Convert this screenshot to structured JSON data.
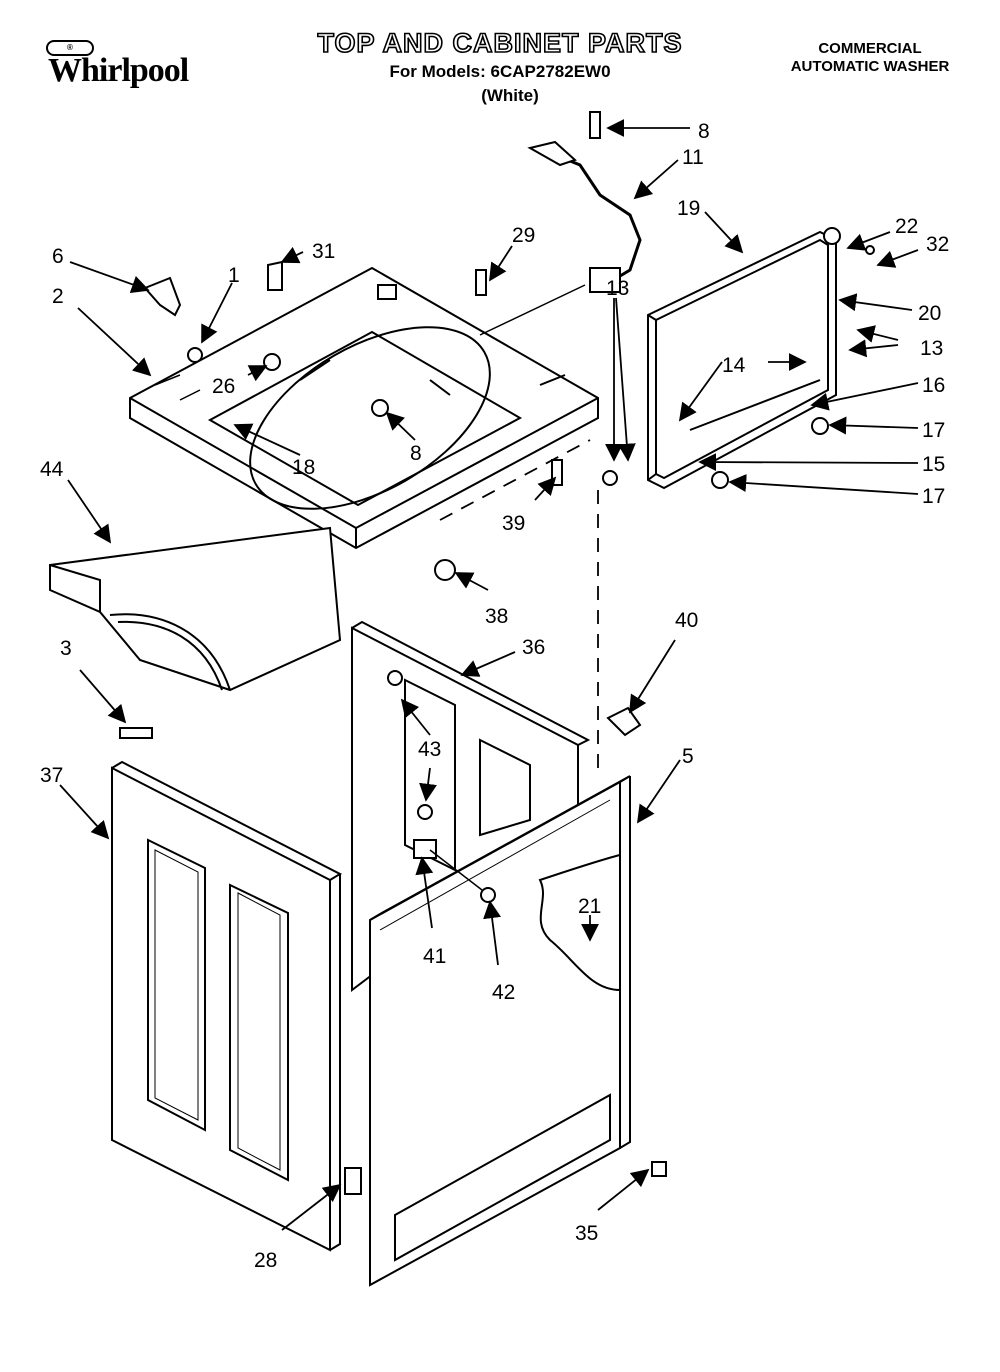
{
  "header": {
    "logo_text": "Whirlpool",
    "logo_badge": "®",
    "title": "TOP AND CABINET PARTS",
    "subtitle": "For Models: 6CAP2782EW0",
    "subtitle2": "(White)",
    "product_line1": "COMMERCIAL",
    "product_line2": "AUTOMATIC WASHER"
  },
  "callouts": [
    "8",
    "11",
    "19",
    "22",
    "32",
    "20",
    "13",
    "29",
    "31",
    "6",
    "1",
    "2",
    "26",
    "8",
    "18",
    "14",
    "16",
    "17",
    "13",
    "15",
    "17",
    "44",
    "39",
    "38",
    "40",
    "36",
    "3",
    "5",
    "43",
    "37",
    "21",
    "41",
    "42",
    "35",
    "28"
  ]
}
